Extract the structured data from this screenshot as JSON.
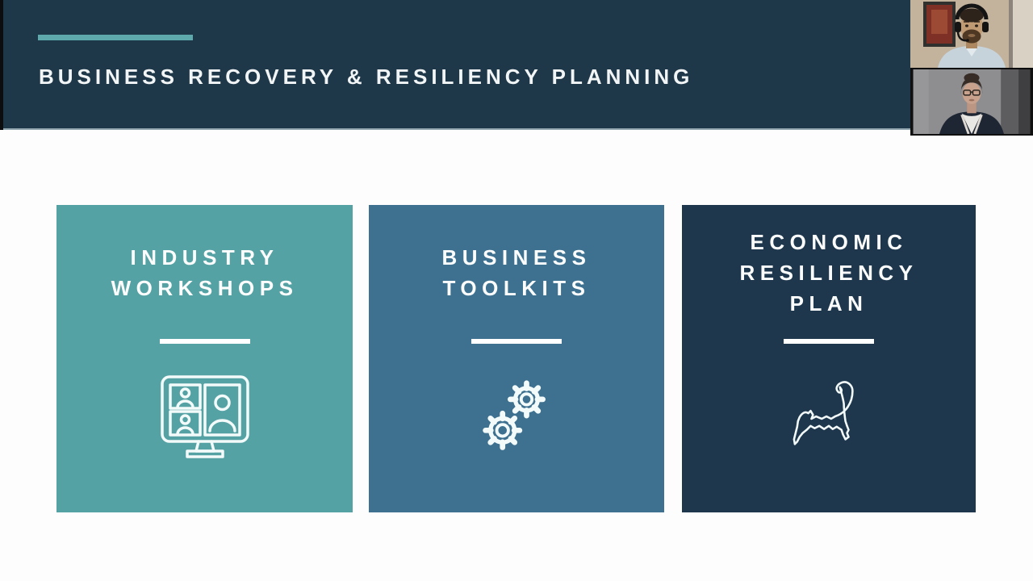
{
  "header": {
    "title": "BUSINESS RECOVERY & RESILIENCY PLANNING",
    "bg_color": "#1f3849",
    "accent_color": "#5da9ac",
    "text_color": "#f2f5f6"
  },
  "slide": {
    "bg_color": "#fdfdfe",
    "cards": [
      {
        "title": "INDUSTRY WORKSHOPS",
        "lines": [
          "INDUSTRY",
          "WORKSHOPS"
        ],
        "bg": "#55a2a5",
        "icon": "video-conference-monitor-icon"
      },
      {
        "title": "BUSINESS TOOLKITS",
        "lines": [
          "BUSINESS",
          "TOOLKITS"
        ],
        "bg": "#3e7190",
        "icon": "gears-icon"
      },
      {
        "title": "ECONOMIC RESILIENCY PLAN",
        "lines": [
          "ECONOMIC",
          "RESILIENCY",
          "PLAN"
        ],
        "bg": "#1e374d",
        "icon": "cape-cod-map-icon"
      }
    ],
    "divider_color": "#ffffff"
  },
  "video_panel": {
    "participants": [
      {
        "name": "male-presenter-webcam"
      },
      {
        "name": "female-presenter-webcam"
      }
    ]
  }
}
